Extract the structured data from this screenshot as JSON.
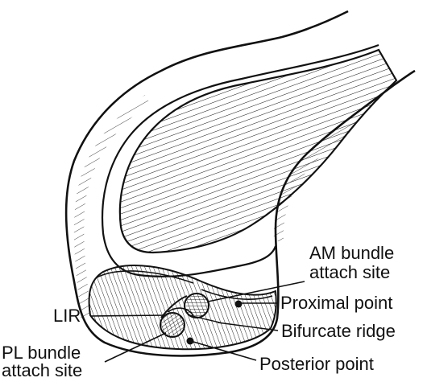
{
  "figure": {
    "labels": {
      "am_bundle_line1": "AM bundle",
      "am_bundle_line2": "attach site",
      "proximal_point": "Proximal point",
      "lir": "LIR",
      "bifurcate_ridge": "Bifurcate ridge",
      "pl_bundle_line1": "PL bundle",
      "pl_bundle_line2": "attach site",
      "posterior_point": "Posterior point"
    },
    "colors": {
      "ink": "#111111",
      "background": "#ffffff"
    }
  }
}
